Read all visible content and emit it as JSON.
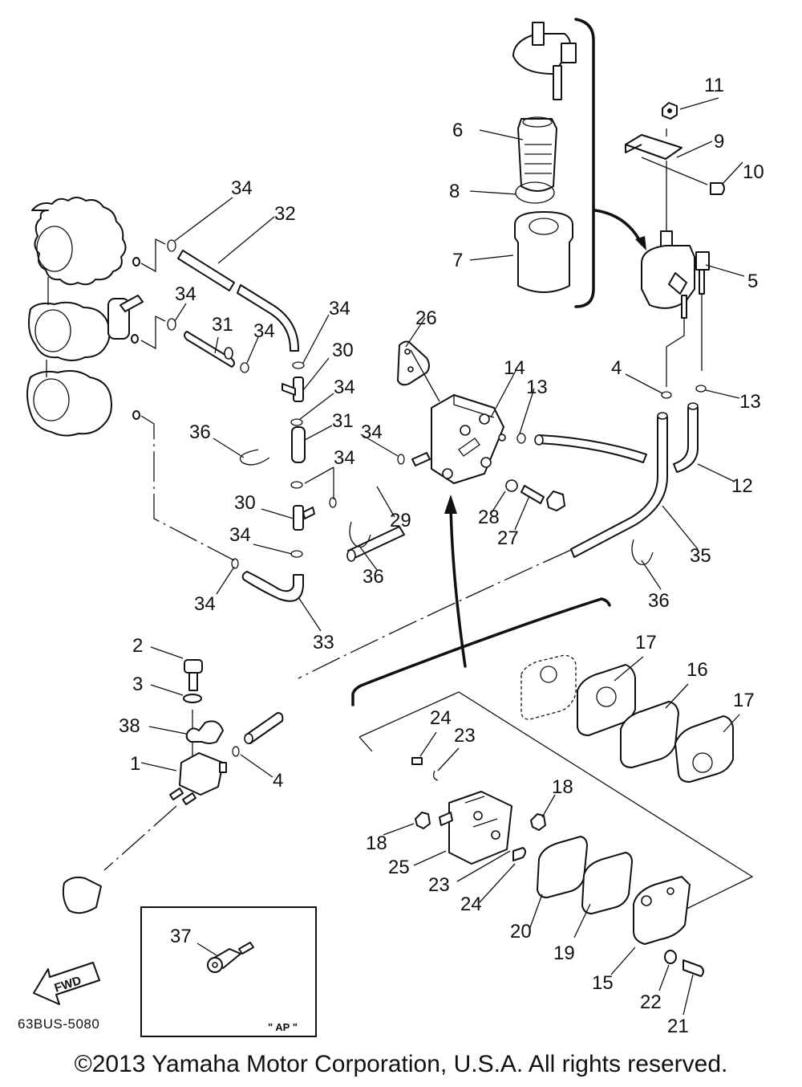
{
  "diagram": {
    "title": "Yamaha outboard fuel system exploded parts diagram",
    "part_code": "63BUS-5080",
    "fwd_label": "FWD",
    "inset_tag": "\" AP \"",
    "copyright": "©2013 Yamaha Motor Corporation, U.S.A. All rights reserved.",
    "callouts": [
      {
        "num": "1",
        "part": "fuel-joint"
      },
      {
        "num": "2",
        "part": "bolt"
      },
      {
        "num": "3",
        "part": "washer"
      },
      {
        "num": "4",
        "part": "hose-clip"
      },
      {
        "num": "4",
        "part": "hose-clip"
      },
      {
        "num": "5",
        "part": "fuel-filter-assembly"
      },
      {
        "num": "6",
        "part": "filter-element"
      },
      {
        "num": "7",
        "part": "filter-cup"
      },
      {
        "num": "8",
        "part": "o-ring"
      },
      {
        "num": "9",
        "part": "bracket"
      },
      {
        "num": "10",
        "part": "bolt"
      },
      {
        "num": "11",
        "part": "nut"
      },
      {
        "num": "12",
        "part": "fuel-hose"
      },
      {
        "num": "13",
        "part": "hose-clip"
      },
      {
        "num": "13",
        "part": "hose-clip"
      },
      {
        "num": "14",
        "part": "fuel-pump-assembly"
      },
      {
        "num": "15",
        "part": "pump-cover"
      },
      {
        "num": "16",
        "part": "diaphragm"
      },
      {
        "num": "17",
        "part": "gasket"
      },
      {
        "num": "17",
        "part": "gasket"
      },
      {
        "num": "18",
        "part": "nut"
      },
      {
        "num": "18",
        "part": "nut"
      },
      {
        "num": "19",
        "part": "diaphragm"
      },
      {
        "num": "20",
        "part": "gasket"
      },
      {
        "num": "21",
        "part": "screw"
      },
      {
        "num": "22",
        "part": "washer"
      },
      {
        "num": "23",
        "part": "valve"
      },
      {
        "num": "23",
        "part": "valve"
      },
      {
        "num": "24",
        "part": "screw"
      },
      {
        "num": "24",
        "part": "screw"
      },
      {
        "num": "25",
        "part": "pump-body"
      },
      {
        "num": "26",
        "part": "gasket"
      },
      {
        "num": "27",
        "part": "bolt"
      },
      {
        "num": "28",
        "part": "washer"
      },
      {
        "num": "29",
        "part": "hose"
      },
      {
        "num": "30",
        "part": "t-joint"
      },
      {
        "num": "30",
        "part": "t-joint"
      },
      {
        "num": "31",
        "part": "hose"
      },
      {
        "num": "31",
        "part": "hose"
      },
      {
        "num": "32",
        "part": "hose"
      },
      {
        "num": "33",
        "part": "hose"
      },
      {
        "num": "34",
        "part": "clip"
      },
      {
        "num": "34",
        "part": "clip"
      },
      {
        "num": "34",
        "part": "clip"
      },
      {
        "num": "34",
        "part": "clip"
      },
      {
        "num": "34",
        "part": "clip"
      },
      {
        "num": "34",
        "part": "clip"
      },
      {
        "num": "34",
        "part": "clip"
      },
      {
        "num": "34",
        "part": "clip"
      },
      {
        "num": "34",
        "part": "clip"
      },
      {
        "num": "35",
        "part": "fuel-hose"
      },
      {
        "num": "36",
        "part": "clamp"
      },
      {
        "num": "36",
        "part": "clamp"
      },
      {
        "num": "36",
        "part": "clamp"
      },
      {
        "num": "37",
        "part": "fuel-connector"
      },
      {
        "num": "38",
        "part": "clamp"
      }
    ]
  }
}
